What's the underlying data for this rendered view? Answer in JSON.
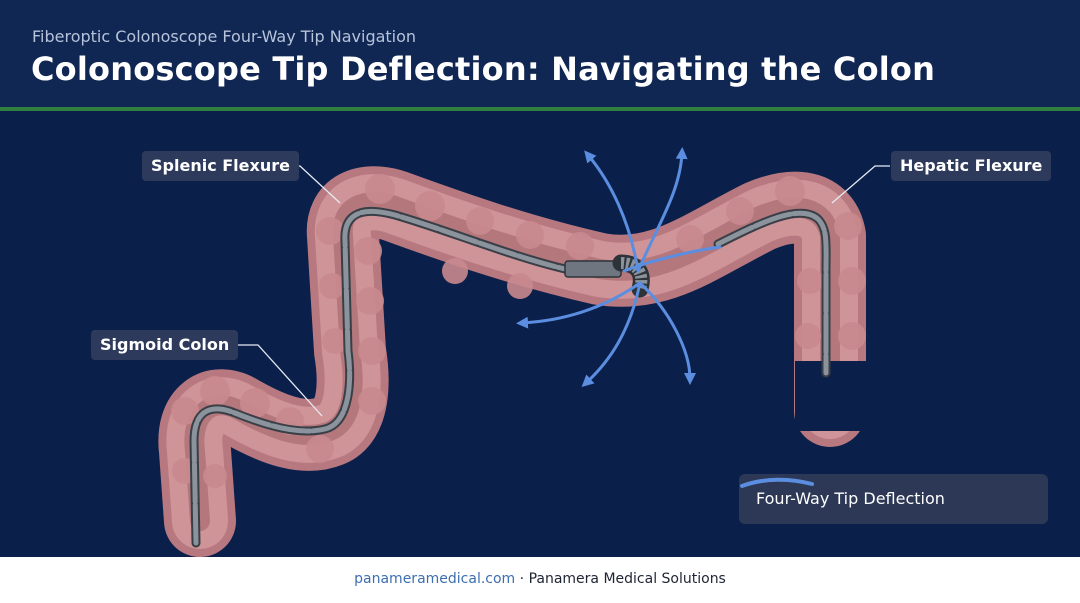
{
  "header": {
    "subtitle": "Fiberoptic Colonoscope Four-Way Tip Navigation",
    "title": "Colonoscope Tip Deflection: Navigating the Colon"
  },
  "labels": {
    "splenic": "Splenic Flexure",
    "hepatic": "Hepatic Flexure",
    "sigmoid": "Sigmoid Colon"
  },
  "legend": {
    "text": "Four-Way Tip Deflection"
  },
  "footer": {
    "url": "panameramedical.com",
    "separator": " · ",
    "company": "Panamera Medical Solutions"
  },
  "colors": {
    "header_bg": "#102653",
    "stage_bg": "#0b1f4b",
    "accent_rule": "#2f7f40",
    "colon_tissue": "#c98f92",
    "deflection_arrow": "#5b8ee0"
  }
}
